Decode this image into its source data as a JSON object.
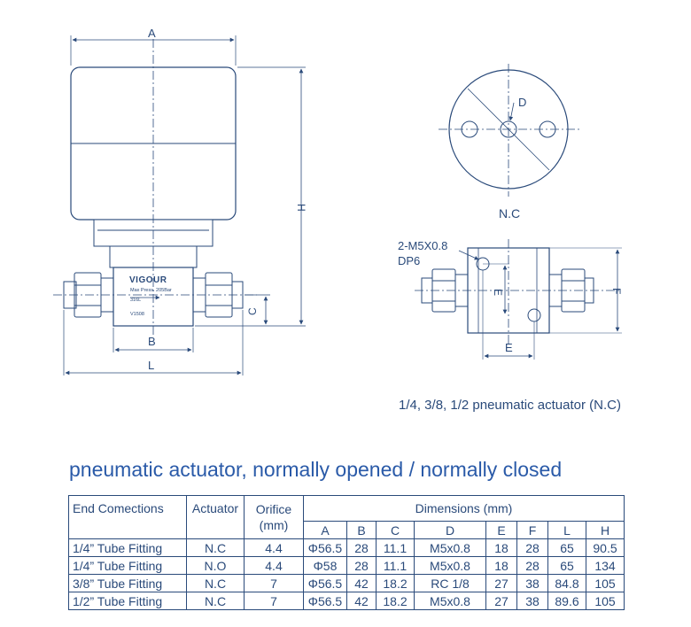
{
  "drawing": {
    "labels": {
      "A": "A",
      "B": "B",
      "C": "C",
      "D": "D",
      "E": "E",
      "F": "F",
      "H": "H",
      "L": "L"
    },
    "brand": "VIGOUR",
    "body_text_1": "Max Press. 205Bar",
    "body_text_2": "316L",
    "body_text_3": "V1508",
    "top_view_label": "N.C",
    "port_note_1": "2-M5X0.8",
    "port_note_2": "DP6"
  },
  "caption": "1/4, 3/8, 1/2 pneumatic actuator (N.C)",
  "section_title": "pneumatic actuator, normally opened / normally closed",
  "table": {
    "headers": {
      "end_connections": "End Comections",
      "actuator": "Actuator",
      "orifice": "Orifice",
      "orifice_unit": "(mm)",
      "dimensions": "Dimensions (mm)"
    },
    "dim_columns": [
      "A",
      "B",
      "C",
      "D",
      "E",
      "F",
      "L",
      "H"
    ],
    "rows": [
      {
        "end": "1/4”  Tube Fitting",
        "actuator": "N.C",
        "orifice": "4.4",
        "dims": [
          "Φ56.5",
          "28",
          "11.1",
          "M5x0.8",
          "18",
          "28",
          "65",
          "90.5"
        ]
      },
      {
        "end": "1/4”  Tube Fitting",
        "actuator": "N.O",
        "orifice": "4.4",
        "dims": [
          "Φ58",
          "28",
          "11.1",
          "M5x0.8",
          "18",
          "28",
          "65",
          "134"
        ]
      },
      {
        "end": "3/8”  Tube Fitting",
        "actuator": "N.C",
        "orifice": "7",
        "dims": [
          "Φ56.5",
          "42",
          "18.2",
          "RC 1/8",
          "27",
          "38",
          "84.8",
          "105"
        ]
      },
      {
        "end": "1/2”  Tube Fitting",
        "actuator": "N.C",
        "orifice": "7",
        "dims": [
          "Φ56.5",
          "42",
          "18.2",
          "M5x0.8",
          "27",
          "38",
          "89.6",
          "105"
        ]
      }
    ]
  }
}
